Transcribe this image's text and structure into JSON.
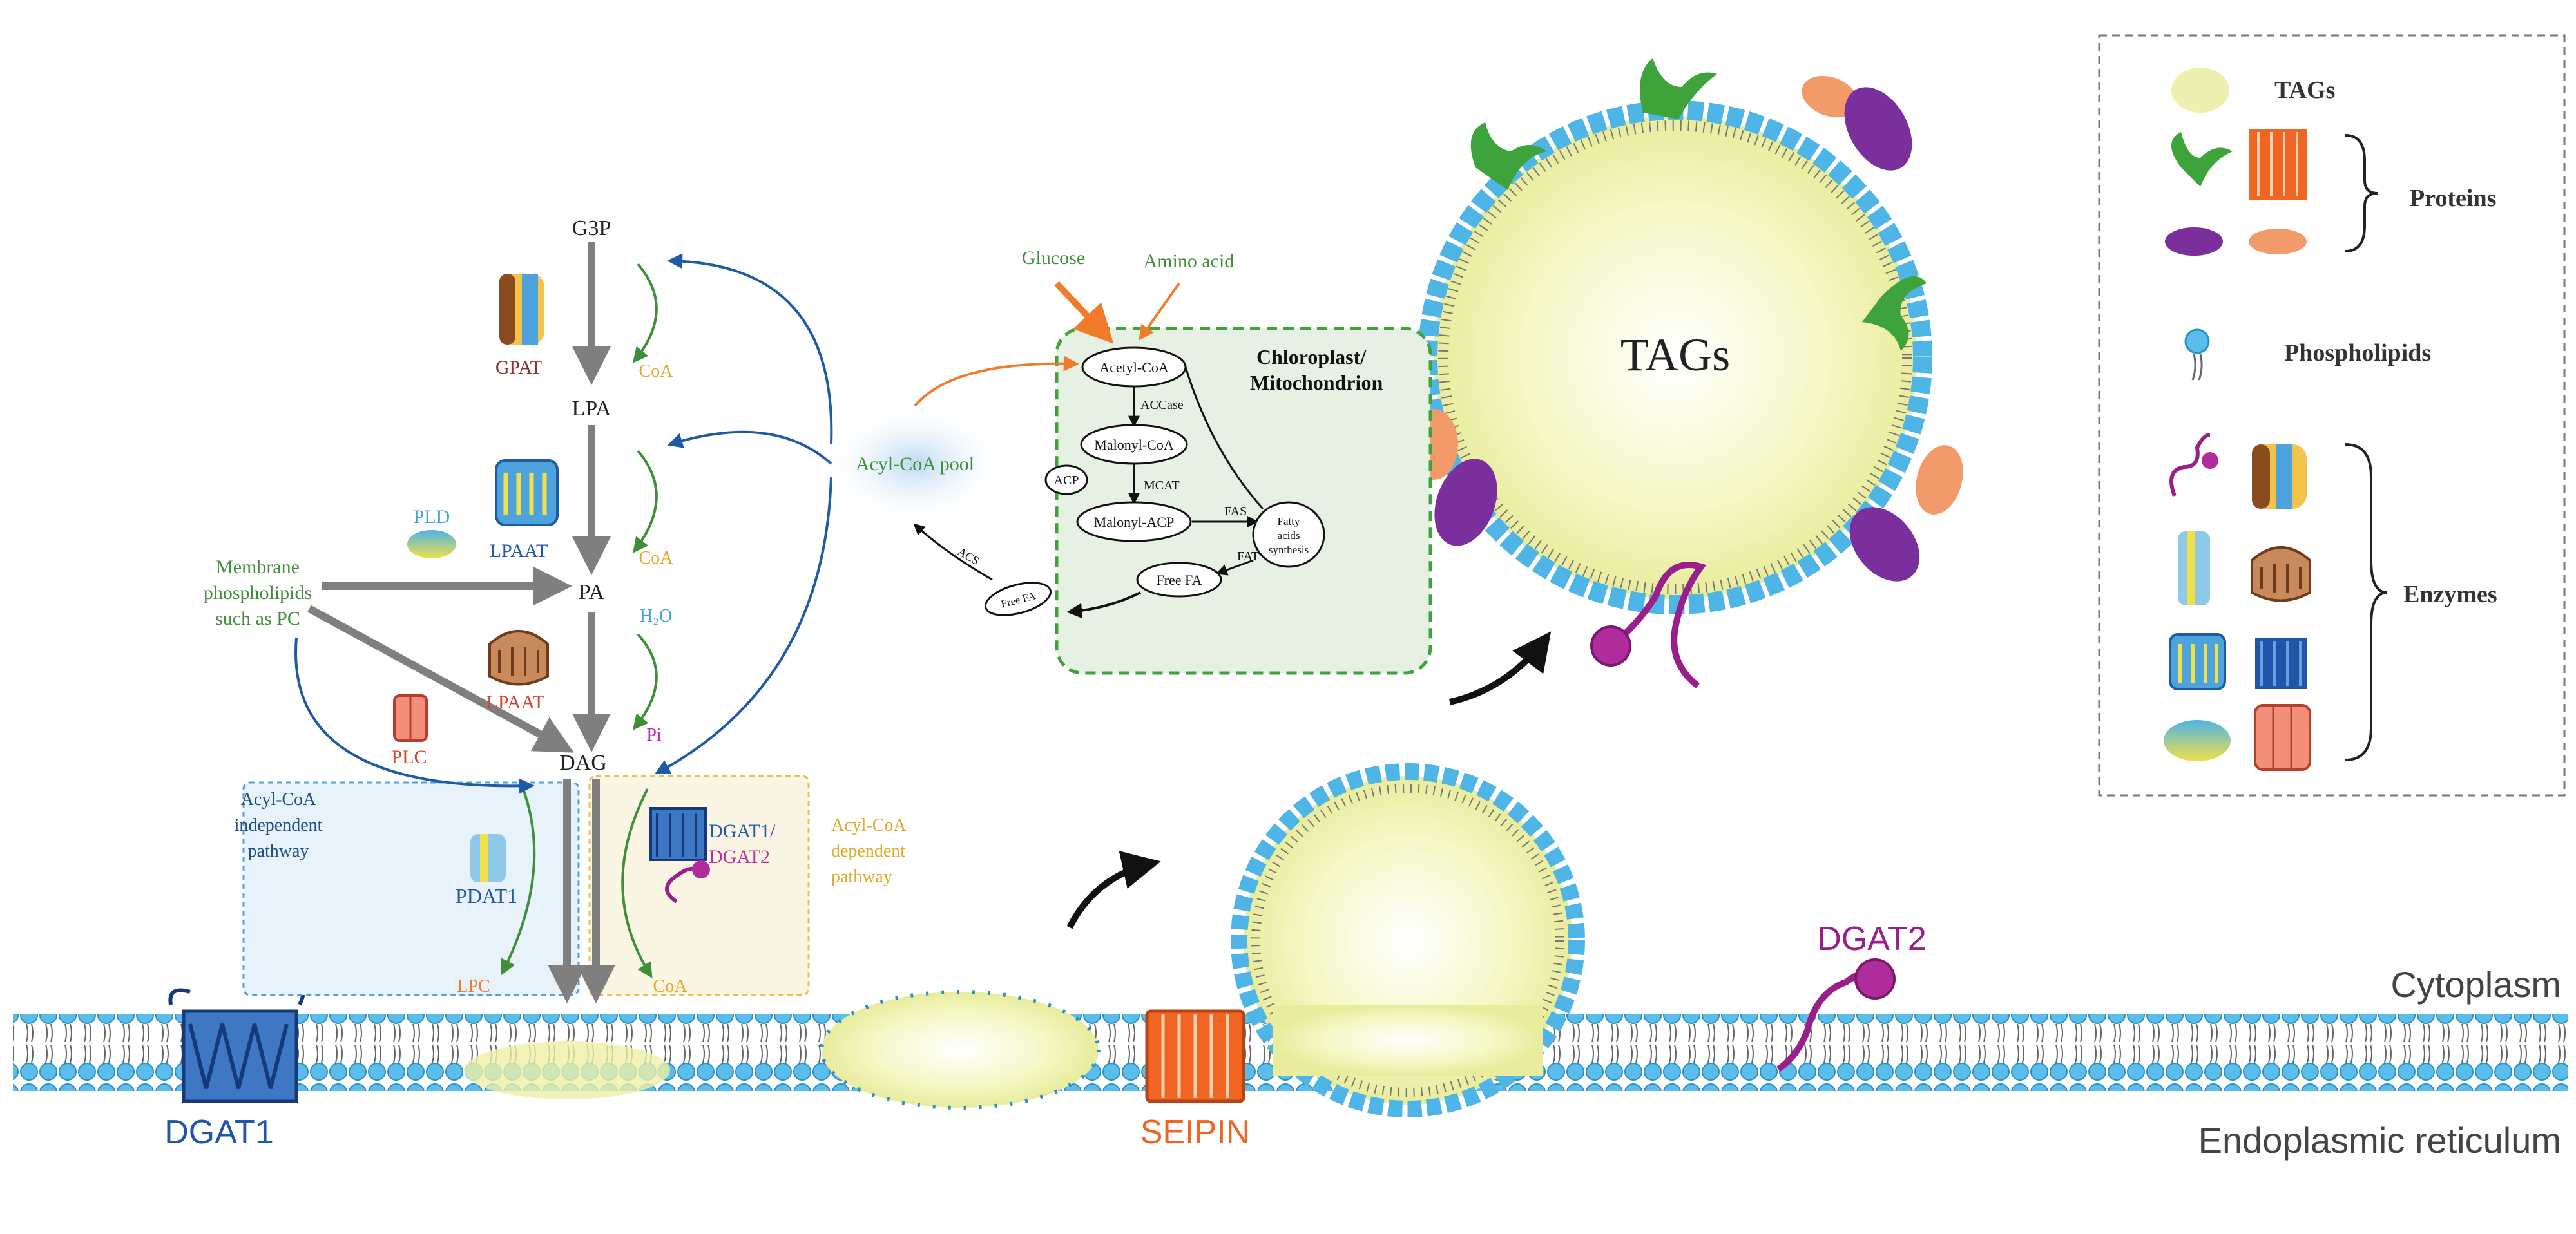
{
  "colors": {
    "membrane": "#4fb4e6",
    "membrane_dark": "#2b8fc8",
    "tag_fill": "#f1f3b0",
    "blue_arrow": "#1f5aa8",
    "green_text": "#3f8f3a",
    "orange": "#f07b2a",
    "purple": "#9b1f8a",
    "dgat1": "#1f56a9",
    "seipin": "#f06522",
    "gray_arrow": "#7f7f7f",
    "yellow_text": "#e4a92b",
    "red_text": "#d8432b"
  },
  "pathway": {
    "g3p": "G3P",
    "gpat": "GPAT",
    "coa1": "CoA",
    "lpa": "LPA",
    "lpaat1": "LPAAT",
    "coa2": "CoA",
    "pld": "PLD",
    "pa": "PA",
    "membrane_pl": [
      "Membrane",
      "phospholipids",
      "such as PC"
    ],
    "h2o": "H₂O",
    "pi": "Pi",
    "lpaat2": "LPAAT",
    "plc": "PLC",
    "dag": "DAG",
    "pdat1": "PDAT1",
    "lpc": "LPC",
    "coa3": "CoA",
    "dgat1_label": "DGAT1/",
    "dgat2_label": "DGAT2",
    "acyl_indep": [
      "Acyl-CoA",
      "independent",
      "pathway"
    ],
    "acyl_dep": [
      "Acyl-CoA",
      "dependent",
      "pathway"
    ]
  },
  "fatty_acid": {
    "glucose": "Glucose",
    "amino_acid": "Amino acid",
    "organelle": [
      "Chloroplast/",
      "Mitochondrion"
    ],
    "acyl_coa_pool": "Acyl-CoA pool",
    "acetyl_coa": "Acetyl-CoA",
    "accase": "ACCase",
    "malonyl_coa": "Malonyl-CoA",
    "acp": "ACP",
    "mcat": "MCAT",
    "malonyl_acp": "Malonyl-ACP",
    "fas": "FAS",
    "fatty_acids_synthesis": [
      "Fatty",
      "acids",
      "synthesis"
    ],
    "fat": "FAT",
    "free_fa": "Free FA",
    "free_fa_small": "Free FA",
    "acs": "ACS"
  },
  "membrane": {
    "cytoplasm": "Cytoplasm",
    "er": "Endoplasmic reticulum",
    "dgat1": "DGAT1",
    "seipin": "SEIPIN",
    "dgat2": "DGAT2"
  },
  "droplet": {
    "tags": "TAGs"
  },
  "legend": {
    "tags": "TAGs",
    "proteins": "Proteins",
    "phospholipids": "Phospholipids",
    "enzymes": "Enzymes"
  }
}
